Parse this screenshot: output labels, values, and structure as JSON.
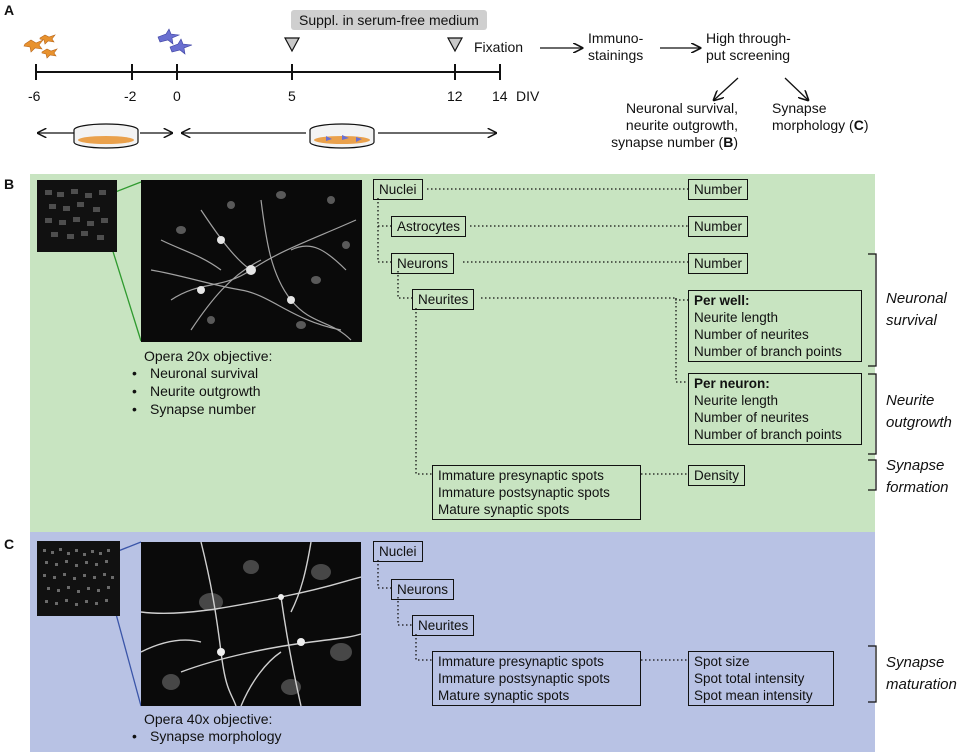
{
  "panels": {
    "a": "A",
    "b": "B",
    "c": "C"
  },
  "timeline": {
    "ticks": [
      "-6",
      "-2",
      "0",
      "5",
      "12",
      "14"
    ],
    "unit": "DIV",
    "supplement_label": "Suppl. in serum-free medium",
    "fixation": "Fixation"
  },
  "workflow": {
    "immuno": [
      "Immuno-",
      "stainings"
    ],
    "hts": [
      "High through-",
      "put screening"
    ],
    "outcome_b": {
      "lines": [
        "Neuronal survival,",
        "neurite outgrowth,"
      ],
      "last_prefix": "synapse number (",
      "last_ref": "B",
      "last_suffix": ")"
    },
    "outcome_c": {
      "line1": "Synapse",
      "prefix": "morphology (",
      "ref": "C",
      "suffix": ")"
    }
  },
  "panel_b": {
    "caption": "Opera 20x objective:",
    "bullets": [
      "Neuronal survival",
      "Neurite outgrowth",
      "Synapse number"
    ],
    "boxes": {
      "nuclei": "Nuclei",
      "astrocytes": "Astrocytes",
      "neurons": "Neurons",
      "neurites": "Neurites",
      "number1": "Number",
      "number2": "Number",
      "number3": "Number",
      "density": "Density",
      "per_well": {
        "title": "Per well:",
        "items": [
          "Neurite length",
          "Number of neurites",
          "Number of branch points"
        ]
      },
      "per_neuron": {
        "title": "Per neuron:",
        "items": [
          "Neurite length",
          "Number of neurites",
          "Number of branch points"
        ]
      },
      "spots": [
        "Immature presynaptic spots",
        "Immature postsynaptic spots",
        "Mature synaptic spots"
      ]
    },
    "brackets": {
      "survival": [
        "Neuronal",
        "survival"
      ],
      "outgrowth": [
        "Neurite",
        "outgrowth"
      ],
      "formation": [
        "Synapse",
        "formation"
      ]
    }
  },
  "panel_c": {
    "caption": "Opera 40x objective:",
    "bullets": [
      "Synapse morphology"
    ],
    "boxes": {
      "nuclei": "Nuclei",
      "neurons": "Neurons",
      "neurites": "Neurites",
      "spots": [
        "Immature presynaptic spots",
        "Immature postsynaptic spots",
        "Mature synaptic spots"
      ],
      "metrics": [
        "Spot size",
        "Spot total intensity",
        "Spot mean intensity"
      ]
    },
    "brackets": {
      "maturation": [
        "Synapse",
        "maturation"
      ]
    }
  },
  "colors": {
    "panel_b_bg": "#c8e4c1",
    "panel_c_bg": "#b8c2e4",
    "cell_orange": "#e8922e",
    "cell_blue": "#6a6fd0",
    "zoom_green": "#2f9a2f",
    "zoom_blue": "#3a55a8"
  }
}
